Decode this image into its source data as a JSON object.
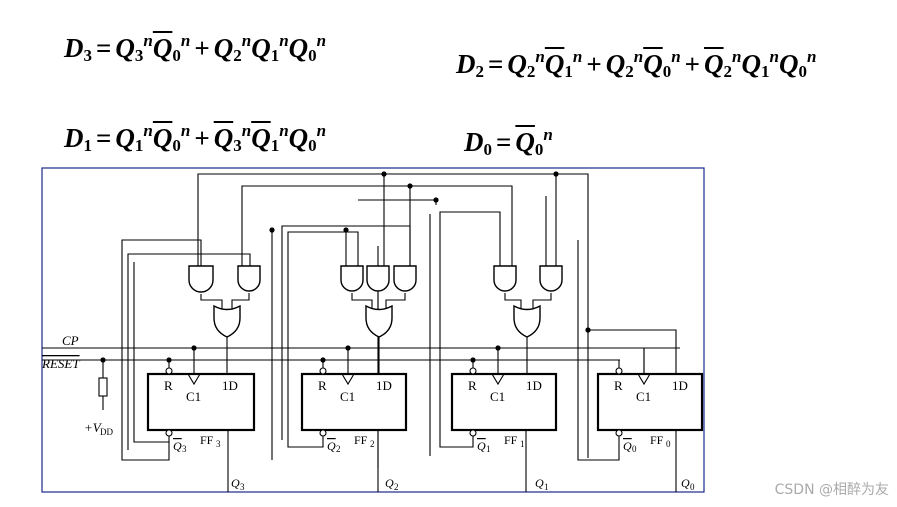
{
  "equations": {
    "d3": {
      "lhs": "D",
      "lhs_sub": "3",
      "terms": [
        [
          {
            "b": "Q",
            "sub": "3",
            "sup": "n",
            "ov": false
          },
          {
            "b": "Q",
            "sub": "0",
            "sup": "n",
            "ov": true
          }
        ],
        [
          {
            "b": "Q",
            "sub": "2",
            "sup": "n",
            "ov": false
          },
          {
            "b": "Q",
            "sub": "1",
            "sup": "n",
            "ov": false
          },
          {
            "b": "Q",
            "sub": "0",
            "sup": "n",
            "ov": false
          }
        ]
      ]
    },
    "d2": {
      "lhs": "D",
      "lhs_sub": "2",
      "terms": [
        [
          {
            "b": "Q",
            "sub": "2",
            "sup": "n",
            "ov": false
          },
          {
            "b": "Q",
            "sub": "1",
            "sup": "n",
            "ov": true
          }
        ],
        [
          {
            "b": "Q",
            "sub": "2",
            "sup": "n",
            "ov": false
          },
          {
            "b": "Q",
            "sub": "0",
            "sup": "n",
            "ov": true
          }
        ],
        [
          {
            "b": "Q",
            "sub": "2",
            "sup": "n",
            "ov": true
          },
          {
            "b": "Q",
            "sub": "1",
            "sup": "n",
            "ov": false
          },
          {
            "b": "Q",
            "sub": "0",
            "sup": "n",
            "ov": false
          }
        ]
      ]
    },
    "d1": {
      "lhs": "D",
      "lhs_sub": "1",
      "terms": [
        [
          {
            "b": "Q",
            "sub": "1",
            "sup": "n",
            "ov": false
          },
          {
            "b": "Q",
            "sub": "0",
            "sup": "n",
            "ov": true
          }
        ],
        [
          {
            "b": "Q",
            "sub": "3",
            "sup": "n",
            "ov": true
          },
          {
            "b": "Q",
            "sub": "1",
            "sup": "n",
            "ov": true
          },
          {
            "b": "Q",
            "sub": "0",
            "sup": "n",
            "ov": false
          }
        ]
      ]
    },
    "d0": {
      "lhs": "D",
      "lhs_sub": "0",
      "terms": [
        [
          {
            "b": "Q",
            "sub": "0",
            "sup": "n",
            "ov": true
          }
        ]
      ]
    }
  },
  "signals": {
    "cp": "CP",
    "reset": "RESET",
    "vdd_prefix": "+V",
    "vdd_sub": "DD"
  },
  "flip_flops": [
    {
      "name": "FF",
      "index": "3",
      "r": "R",
      "c": "C1",
      "d": "1D",
      "qbar": "Q",
      "q": "Q"
    },
    {
      "name": "FF",
      "index": "2",
      "r": "R",
      "c": "C1",
      "d": "1D",
      "qbar": "Q",
      "q": "Q"
    },
    {
      "name": "FF",
      "index": "1",
      "r": "R",
      "c": "C1",
      "d": "1D",
      "qbar": "Q",
      "q": "Q"
    },
    {
      "name": "FF",
      "index": "0",
      "r": "R",
      "c": "C1",
      "d": "1D",
      "qbar": "Q",
      "q": "Q"
    }
  ],
  "watermark": "CSDN @相醉为友",
  "colors": {
    "border": "#1a2a8a",
    "wire": "#000000"
  }
}
